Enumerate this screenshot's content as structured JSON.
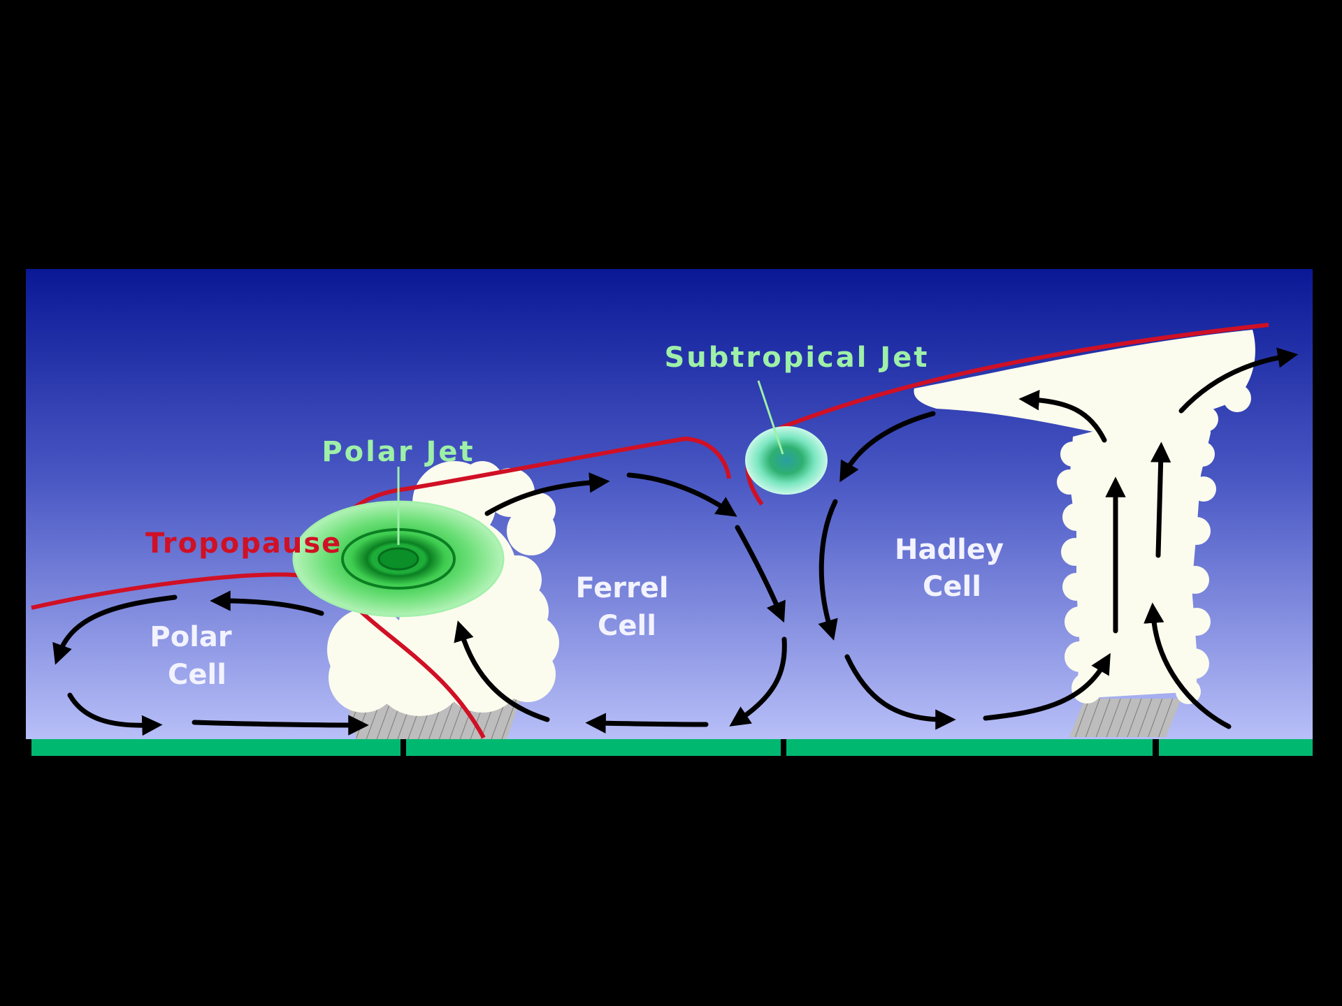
{
  "labels": {
    "polar_cell": [
      "Polar",
      "Cell"
    ],
    "ferrel_cell": [
      "Ferrel",
      "Cell"
    ],
    "hadley_cell": [
      "Hadley",
      "Cell"
    ],
    "polar_jet": "Polar Jet",
    "subtropical_jet": "Subtropical Jet",
    "tropopause": "Tropopause"
  },
  "colors": {
    "sky_top": "#0a1896",
    "sky_bottom": "#b8bff8",
    "ground": "#00b870",
    "tropopause": "#d01025",
    "jet_text": "#9ef0a8",
    "cloud": "#fcfcee"
  }
}
